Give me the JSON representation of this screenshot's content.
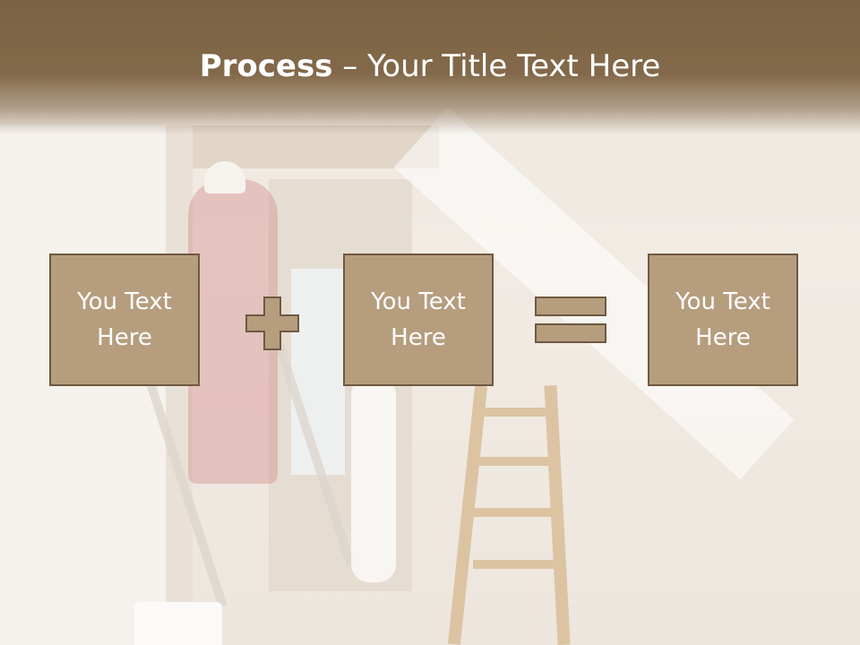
{
  "slide": {
    "title_bold": "Process",
    "title_rest": " – Your Title Text Here",
    "boxes": [
      {
        "text": "You Text Here"
      },
      {
        "text": "You Text Here"
      },
      {
        "text": "You Text Here"
      }
    ],
    "operators": [
      "plus-icon",
      "equals-icon"
    ]
  },
  "colors": {
    "title_bar": "#7a6244",
    "box_fill": "#b59d7e",
    "box_border": "#6e5a40",
    "text": "#ffffff"
  }
}
